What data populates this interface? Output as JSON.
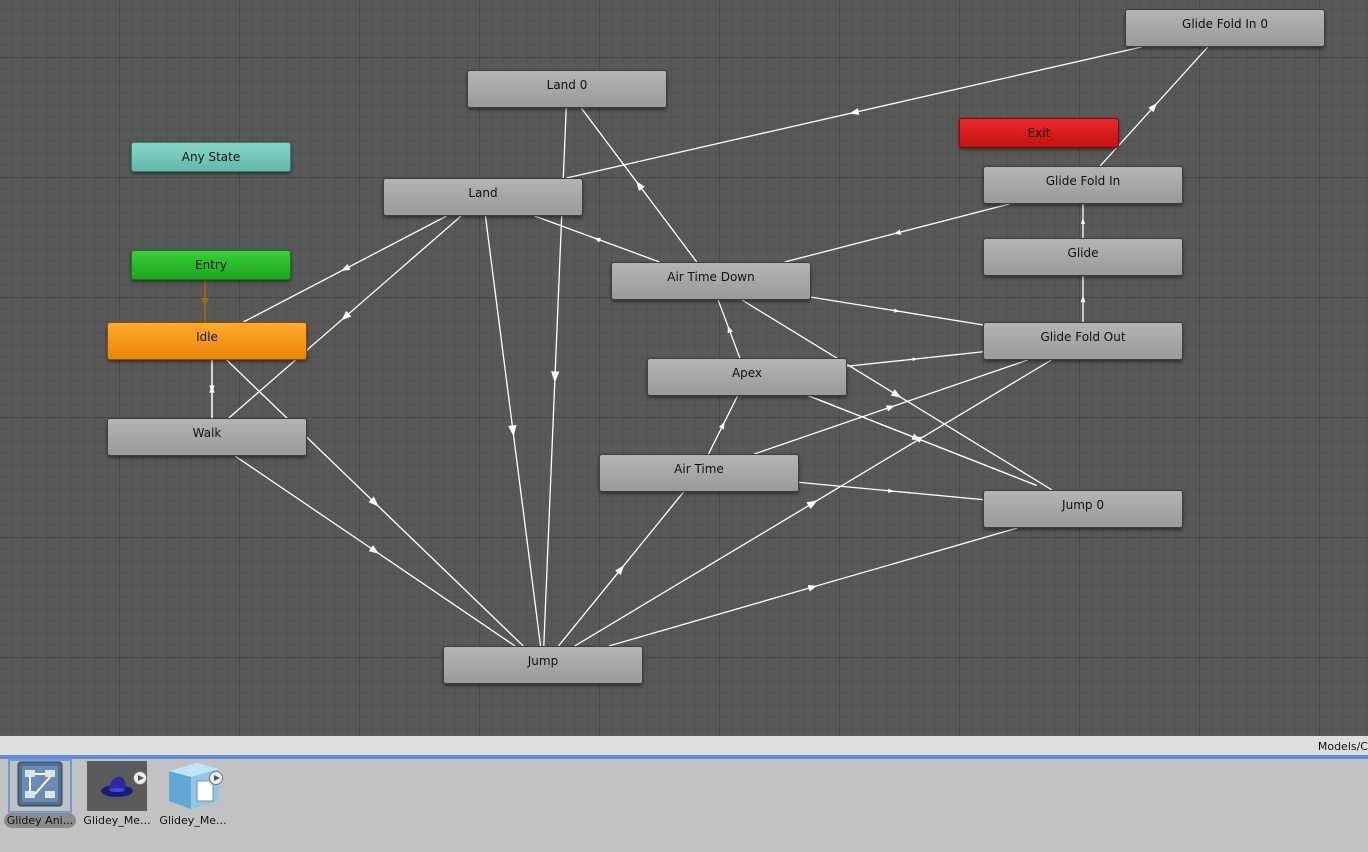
{
  "graph": {
    "states": {
      "glide_fold_in_0": "Glide Fold In 0",
      "land_0": "Land 0",
      "any_state": "Any State",
      "exit": "Exit",
      "land": "Land",
      "glide_fold_in": "Glide Fold In",
      "entry": "Entry",
      "glide": "Glide",
      "air_time_down": "Air Time Down",
      "idle": "Idle",
      "glide_fold_out": "Glide Fold Out",
      "apex": "Apex",
      "walk": "Walk",
      "air_time": "Air Time",
      "jump_0": "Jump 0",
      "jump": "Jump"
    },
    "transitions": [
      [
        "glide_fold_in_0",
        "land"
      ],
      [
        "glide_fold_in",
        "glide_fold_in_0"
      ],
      [
        "land",
        "idle"
      ],
      [
        "land",
        "walk"
      ],
      [
        "land",
        "jump"
      ],
      [
        "land_0",
        "jump"
      ],
      [
        "air_time_down",
        "land"
      ],
      [
        "air_time_down",
        "land_0"
      ],
      [
        "glide_fold_in",
        "air_time_down"
      ],
      [
        "glide",
        "glide_fold_in"
      ],
      [
        "glide_fold_out",
        "glide"
      ],
      [
        "air_time_down",
        "glide_fold_out"
      ],
      [
        "apex",
        "glide_fold_out"
      ],
      [
        "apex",
        "air_time_down"
      ],
      [
        "air_time",
        "apex"
      ],
      [
        "air_time",
        "glide_fold_out"
      ],
      [
        "air_time",
        "jump_0"
      ],
      [
        "apex",
        "jump_0"
      ],
      [
        "air_time_down",
        "jump_0"
      ],
      [
        "jump_0",
        "apex"
      ],
      [
        "idle",
        "walk"
      ],
      [
        "walk",
        "idle"
      ],
      [
        "idle",
        "jump"
      ],
      [
        "walk",
        "jump"
      ],
      [
        "jump",
        "air_time"
      ],
      [
        "jump",
        "glide_fold_out"
      ],
      [
        "jump",
        "jump_0"
      ]
    ]
  },
  "path_bar": {
    "text": "Models/C"
  },
  "assets": [
    {
      "label": "Glidey Ani...",
      "icon": "animator-controller-icon"
    },
    {
      "label": "Glidey_Me...",
      "icon": "hat-mesh-icon"
    },
    {
      "label": "Glidey_Me...",
      "icon": "prefab-cube-icon"
    }
  ],
  "colors": {
    "canvas": "#585858",
    "edge": "#ffffff",
    "entry_edge": "#a86a00",
    "any_state": "#72c6b8",
    "entry": "#2ab82a",
    "exit": "#d81e1e",
    "default_state": "#f5961a",
    "selection": "#5e8ed6"
  }
}
